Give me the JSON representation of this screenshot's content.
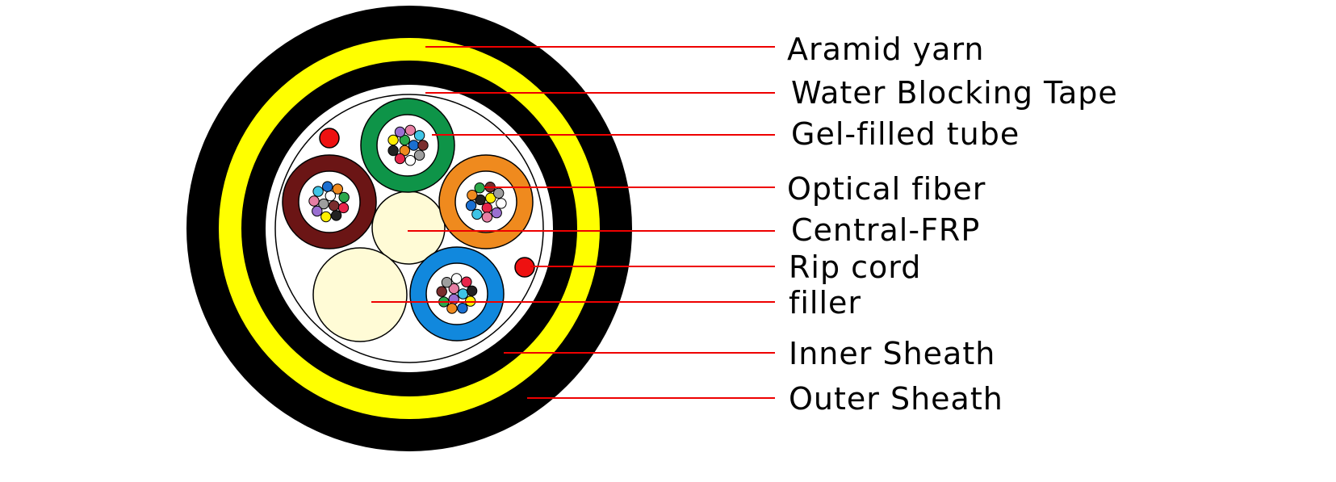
{
  "labels": {
    "aramid_yarn": "Aramid yarn",
    "water_blocking_tape": "Water Blocking Tape",
    "gel_filled_tube": "Gel-filled tube",
    "optical_fiber": "Optical fiber",
    "central_frp": "Central-FRP",
    "rip_cord": "Rip cord",
    "filler": "filler",
    "inner_sheath": "Inner Sheath",
    "outer_sheath": "Outer Sheath"
  },
  "colors": {
    "outer_sheath": "#000000",
    "aramid_yarn": "#ffff00",
    "inner_sheath": "#000000",
    "core_background": "#ffffff",
    "filler": "#fffbd6",
    "rip_cord": "#ee1111",
    "leader_line": "#ee0000",
    "tube_green": "#0e9448",
    "tube_orange": "#ef8a1e",
    "tube_brown": "#6b1515",
    "tube_blue": "#1188dd",
    "fiber_colors": [
      "#1a6fd1",
      "#ef8a1e",
      "#2aa84a",
      "#7a2d2d",
      "#9e9e9e",
      "#ffffff",
      "#e8254a",
      "#222222",
      "#ffee00",
      "#9a6fd1",
      "#e77fa4",
      "#3fc4e6"
    ]
  }
}
